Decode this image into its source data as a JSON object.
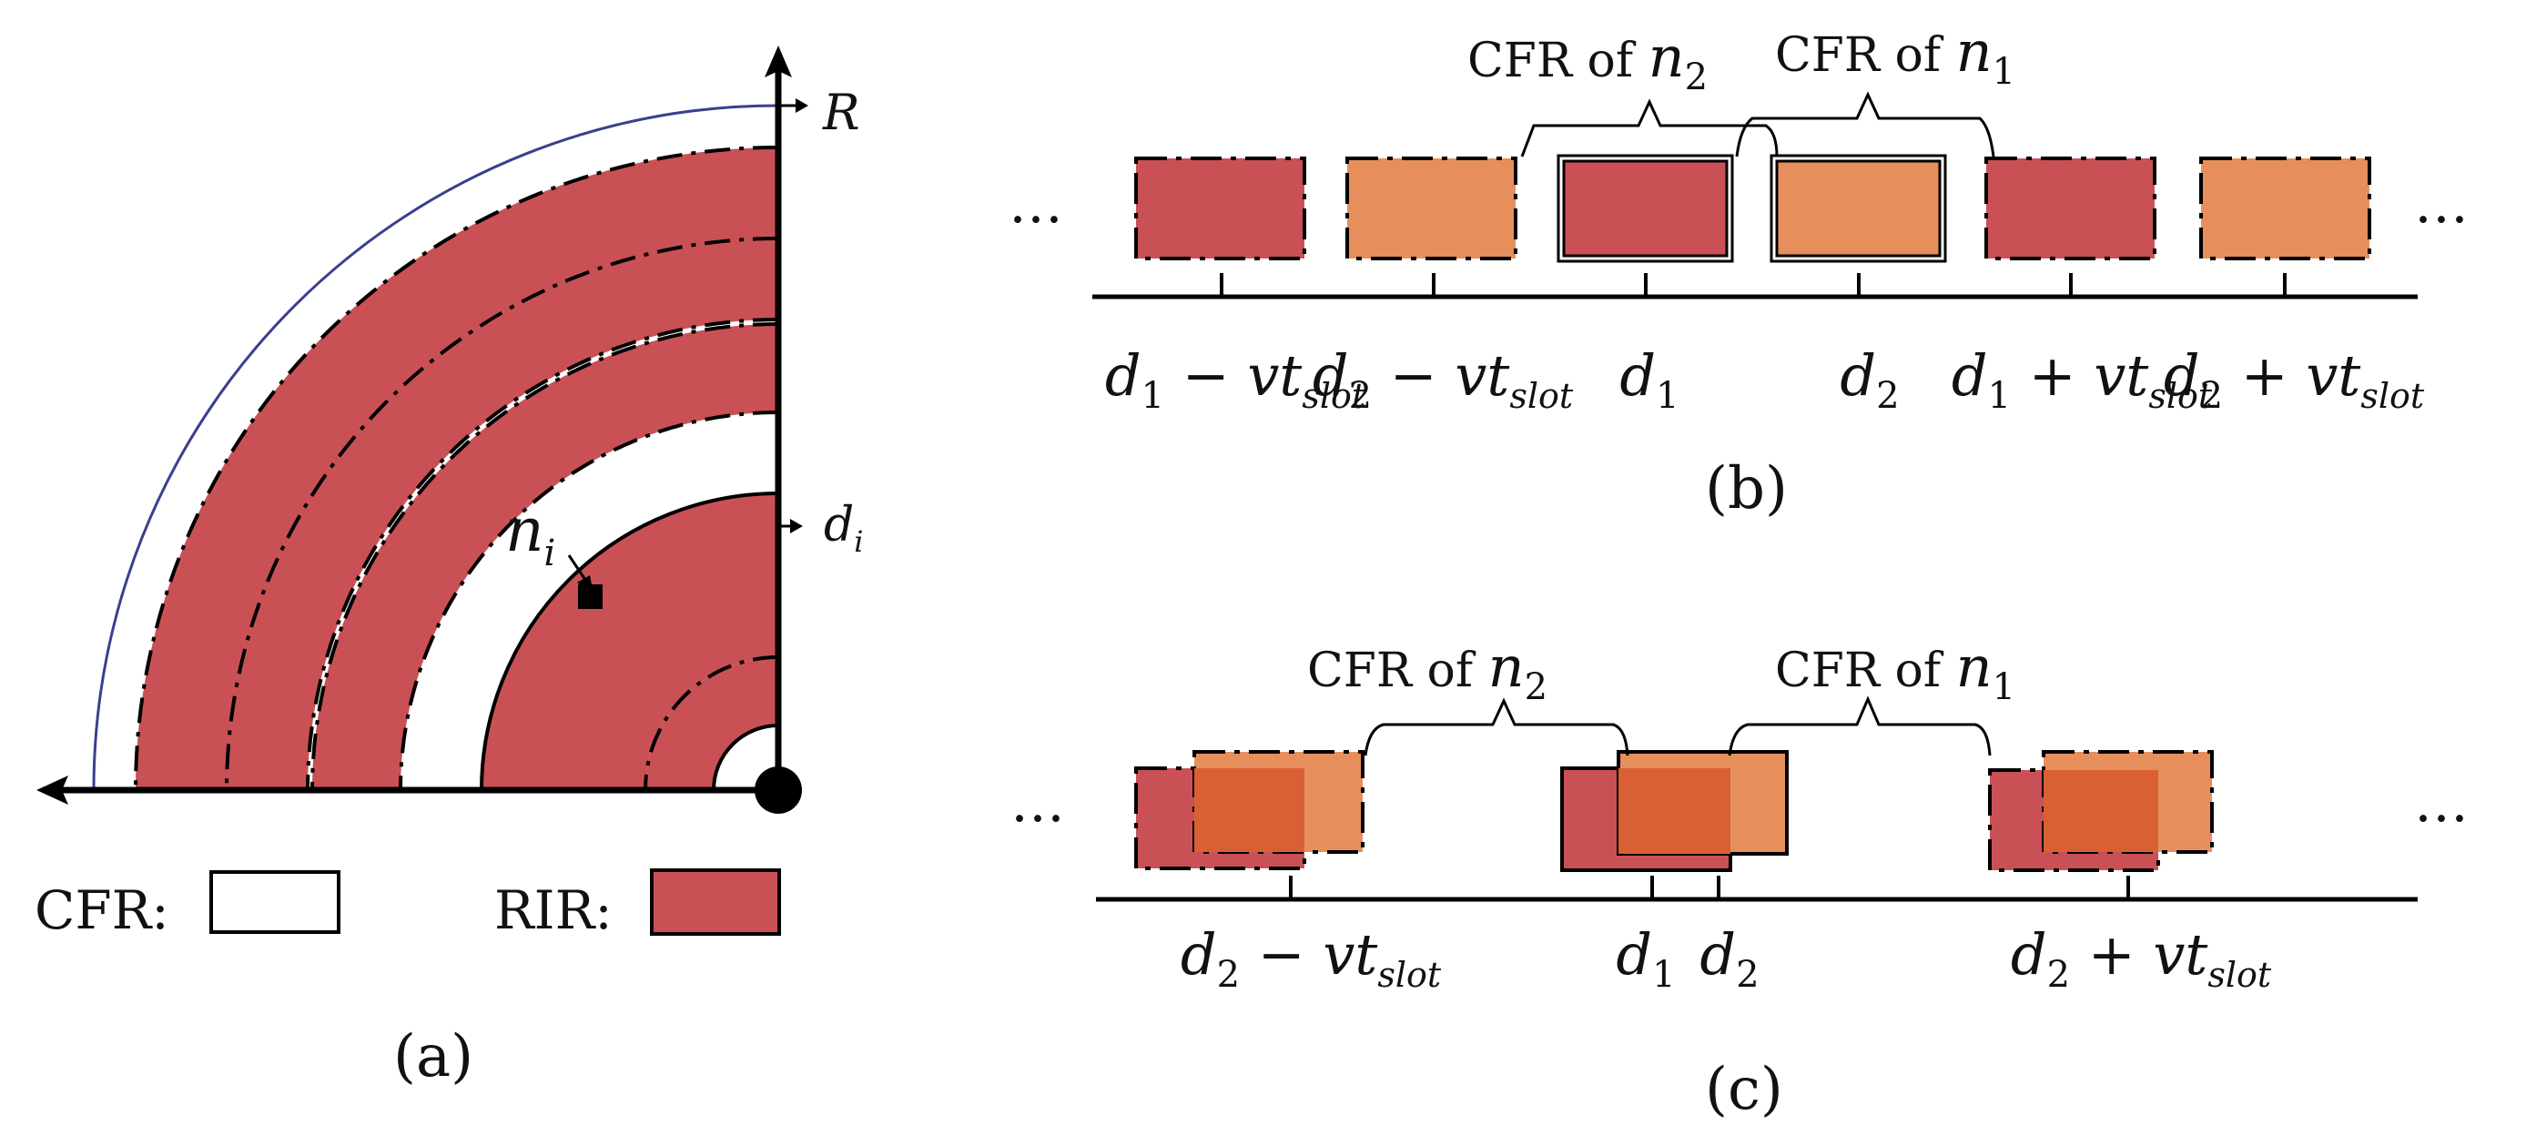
{
  "colors": {
    "rir": "#c95155",
    "cfr_box": "#ffffff",
    "orange": "#e68f5c",
    "overlap": "#d96035",
    "arc_blue": "#3a3f8f",
    "ink": "#000000"
  },
  "panel_a": {
    "caption": "(a)",
    "axis_label_top": "R",
    "axis_label_mid": "d",
    "axis_label_mid_sub": "i",
    "node_label": "n",
    "node_label_sub": "i",
    "legend_cfr_label": "CFR:",
    "legend_rir_label": "RIR:"
  },
  "panel_b": {
    "caption": "(b)",
    "ellipsis_left": "…",
    "ellipsis_right": "…",
    "brace_left_text": "CFR of ",
    "brace_left_var": "n",
    "brace_left_sub": "2",
    "brace_right_text": "CFR of ",
    "brace_right_var": "n",
    "brace_right_sub": "1",
    "tick_labels": [
      {
        "pre": "d",
        "sub": "1",
        "post": " − vt",
        "post_sub": "slot"
      },
      {
        "pre": "d",
        "sub": "2",
        "post": " − vt",
        "post_sub": "slot"
      },
      {
        "pre": "d",
        "sub": "1",
        "post": "",
        "post_sub": ""
      },
      {
        "pre": "d",
        "sub": "2",
        "post": "",
        "post_sub": ""
      },
      {
        "pre": "d",
        "sub": "1",
        "post": " + vt",
        "post_sub": "slot"
      },
      {
        "pre": "d",
        "sub": "2",
        "post": " + vt",
        "post_sub": "slot"
      }
    ]
  },
  "panel_c": {
    "caption": "(c)",
    "ellipsis_left": "…",
    "ellipsis_right": "…",
    "brace_left_text": "CFR of ",
    "brace_left_var": "n",
    "brace_left_sub": "2",
    "brace_right_text": "CFR of ",
    "brace_right_var": "n",
    "brace_right_sub": "1",
    "tick_labels": [
      {
        "pre": "d",
        "sub": "2",
        "post": " − vt",
        "post_sub": "slot"
      },
      {
        "pre": "d",
        "sub": "1",
        "post": "",
        "post_sub": ""
      },
      {
        "pre": "d",
        "sub": "2",
        "post": "",
        "post_sub": ""
      },
      {
        "pre": "d",
        "sub": "2",
        "post": " + vt",
        "post_sub": "slot"
      }
    ]
  }
}
